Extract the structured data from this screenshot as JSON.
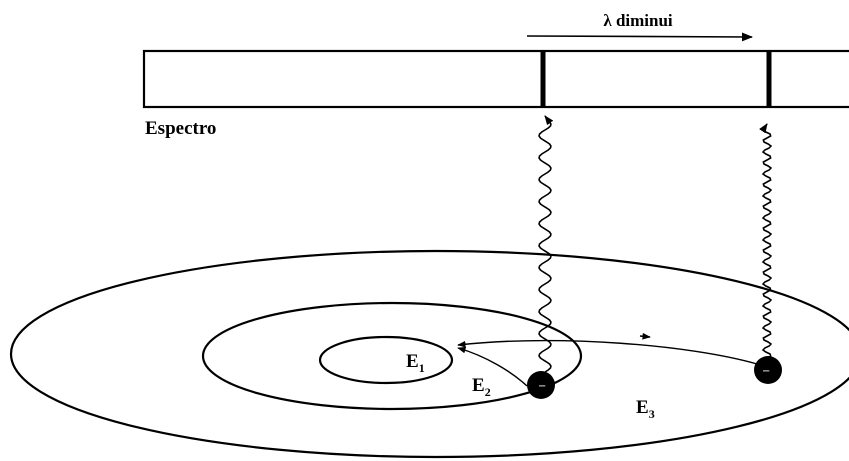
{
  "direction_label": "λ diminui",
  "spectrum_label": "Espectro",
  "energy_levels": [
    {
      "symbol": "E",
      "subscript": "1"
    },
    {
      "symbol": "E",
      "subscript": "2"
    },
    {
      "symbol": "E",
      "subscript": "3"
    }
  ],
  "colors": {
    "ink": "#000000",
    "background": "#ffffff"
  }
}
